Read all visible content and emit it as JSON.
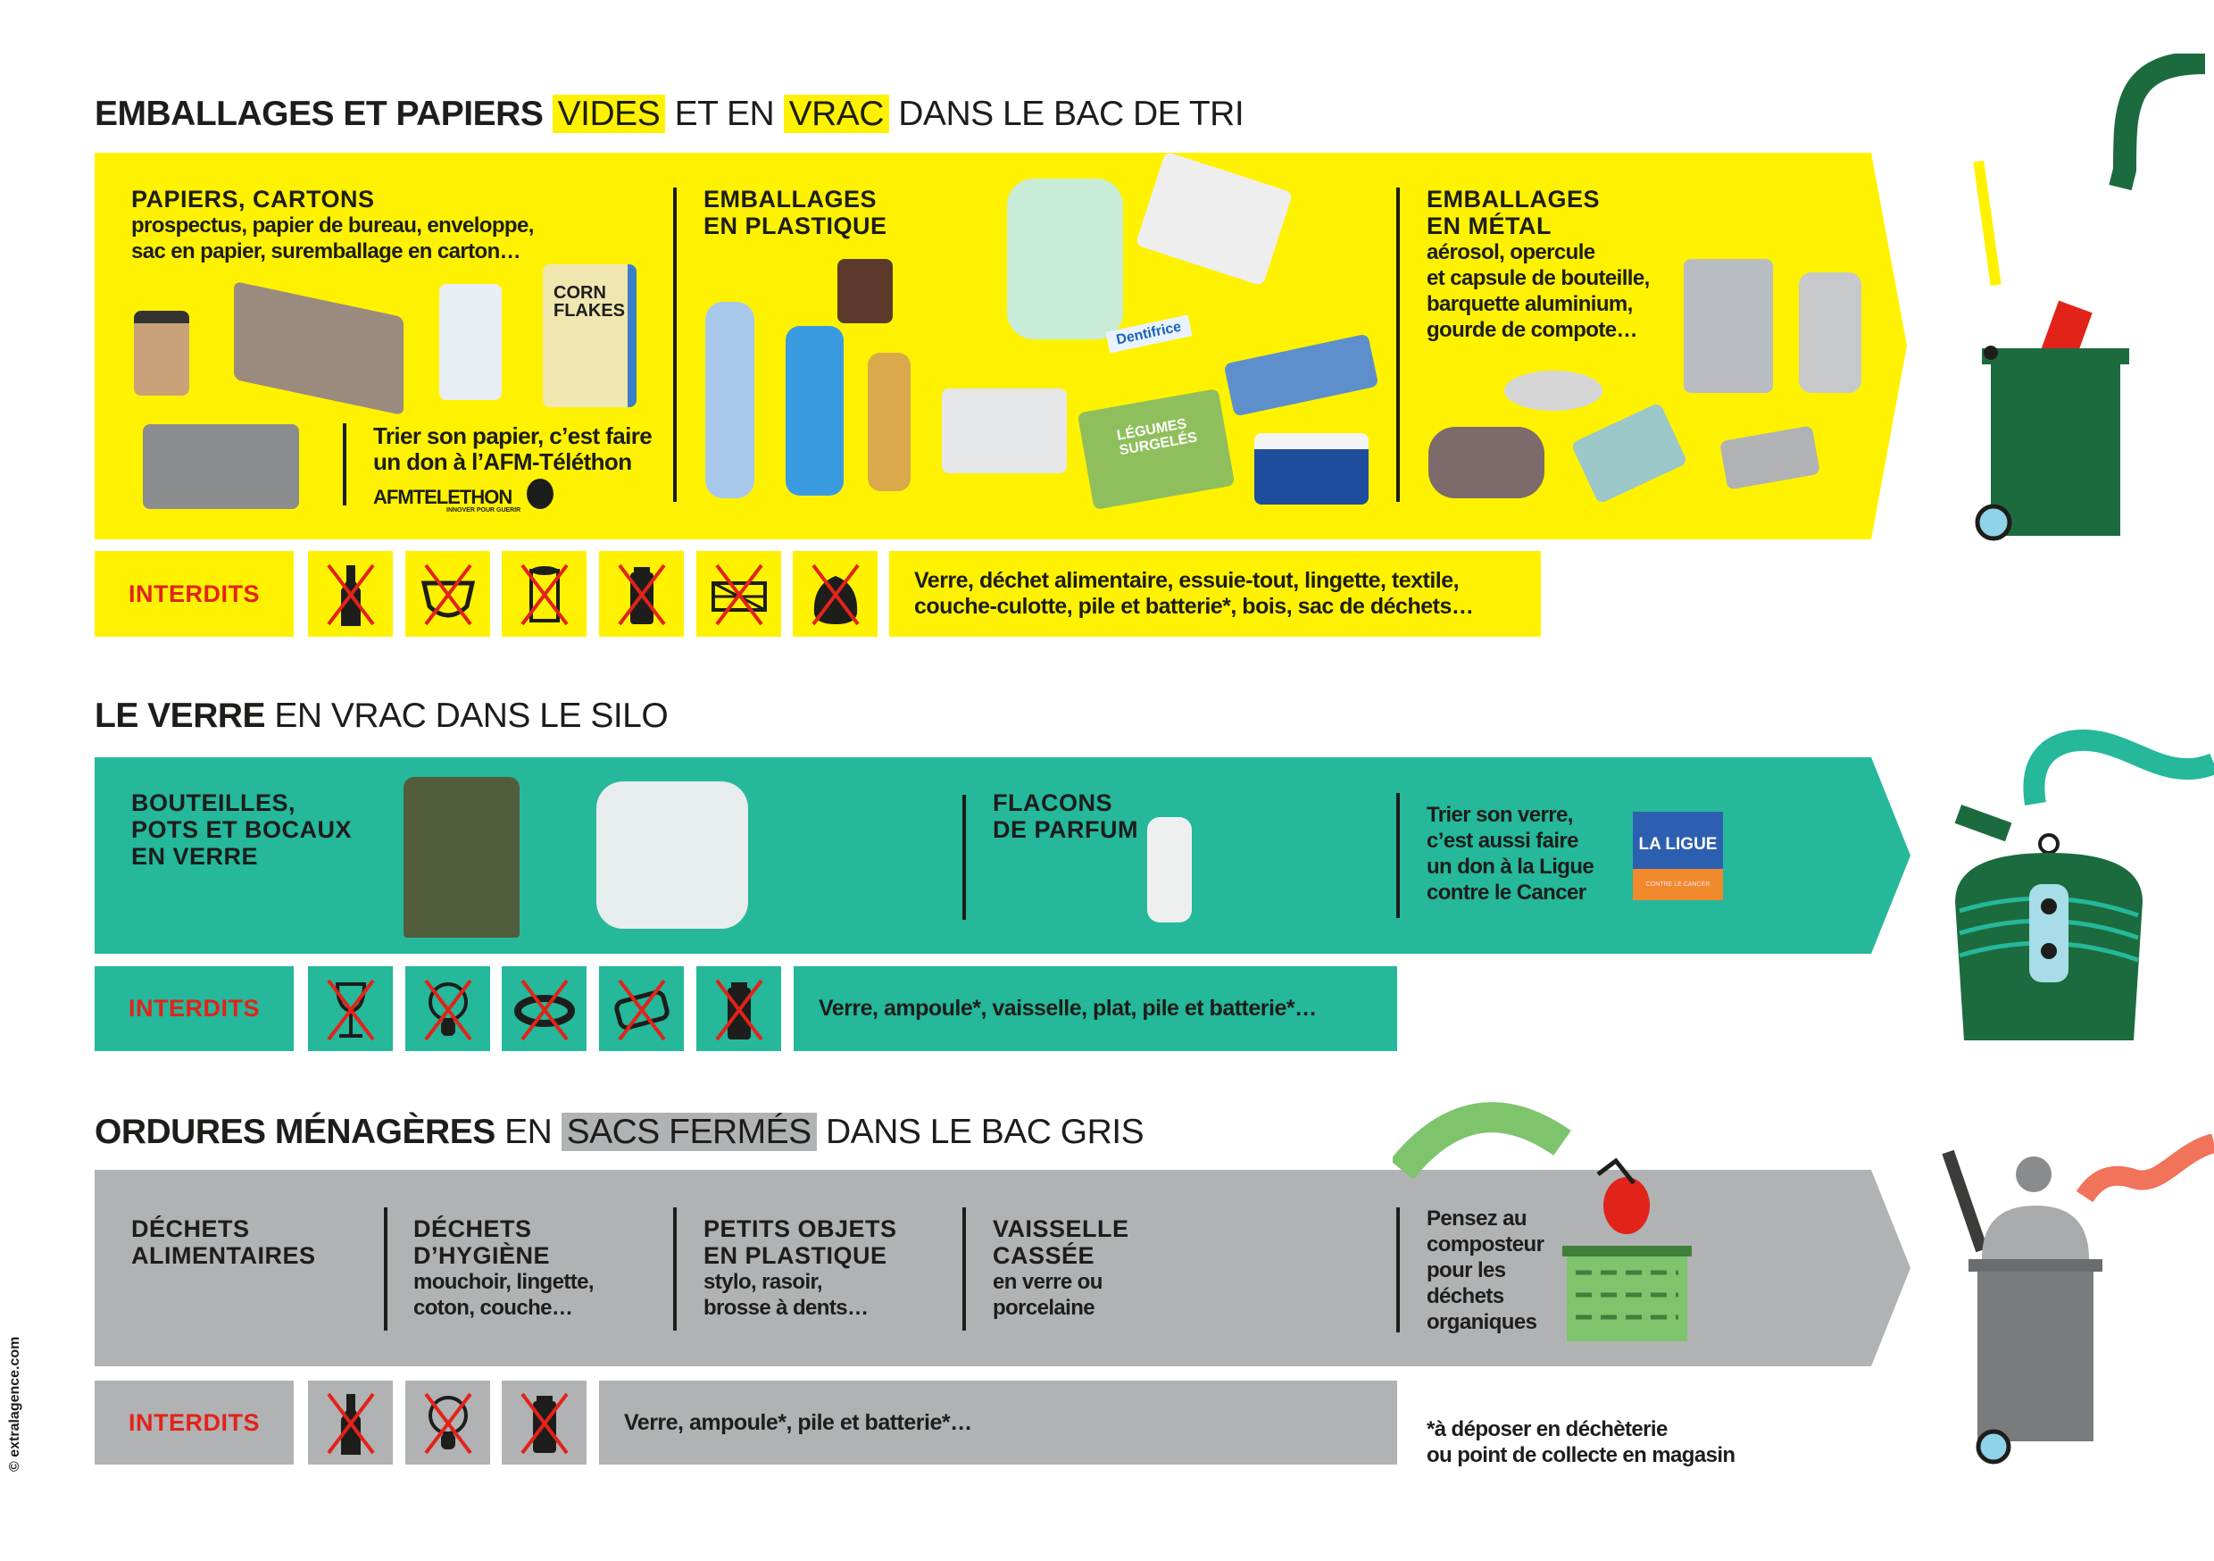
{
  "colors": {
    "yellow": "#fff200",
    "teal": "#25b89a",
    "grey": "#b1b2b4",
    "red": "#e2231a",
    "dark_green": "#1c6b3e"
  },
  "s1": {
    "title_bold": "EMBALLAGES ET PAPIERS",
    "hl1": "VIDES",
    "mid": "ET EN",
    "hl2": "VRAC",
    "tail": "DANS LE BAC DE TRI",
    "c1_head": "PAPIERS, CARTONS",
    "c1_body": "prospectus, papier de bureau, enveloppe,\nsac en papier, suremballage en carton…",
    "corn": "CORN\nFLAKES",
    "afm_text": "Trier son papier, c’est faire\nun don à l’AFM-Téléthon",
    "afm_logo": "AFMTELETHON",
    "afm_tag": "INNOVER POUR GUERIR",
    "c2_head": "EMBALLAGES\nEN PLASTIQUE",
    "dentifrice": "Dentifrice",
    "legumes": "LÉGUMES\nSURGELÉS",
    "c3_head": "EMBALLAGES\nEN MÉTAL",
    "c3_body": "aérosol, opercule\net capsule de bouteille,\nbarquette aluminium,\ngourde de compote…",
    "interdits": "INTERDITS",
    "icons": [
      "bottle-icon",
      "diaper-icon",
      "paper-towel-icon",
      "battery-icon",
      "wood-crate-icon",
      "trash-bag-icon"
    ],
    "forbidden": "Verre, déchet alimentaire, essuie-tout, lingette, textile,\ncouche-culotte, pile et batterie*, bois, sac de déchets…"
  },
  "s2": {
    "title_bold": "LE VERRE",
    "tail": "EN VRAC DANS LE SILO",
    "c1_head": "BOUTEILLES,\nPOTS ET BOCAUX\nEN VERRE",
    "c2_head": "FLACONS\nDE PARFUM",
    "ligue_text": "Trier son verre,\nc’est aussi faire\nun don à la Ligue\ncontre le Cancer",
    "ligue_logo": "LA LIGUE",
    "ligue_sub": "CONTRE LE CANCER",
    "interdits": "INTERDITS",
    "icons": [
      "wine-glass-icon",
      "light-bulb-icon",
      "plate-icon",
      "dish-icon",
      "battery-icon"
    ],
    "forbidden": "Verre, ampoule*, vaisselle, plat, pile et batterie*…"
  },
  "s3": {
    "title_bold": "ORDURES MÉNAGÈRES",
    "mid": "EN",
    "hl": "SACS FERMÉS",
    "tail": "DANS LE BAC GRIS",
    "c1_head": "DÉCHETS\nALIMENTAIRES",
    "c2_head": "DÉCHETS\nD’HYGIÈNE",
    "c2_body": "mouchoir, lingette,\ncoton, couche…",
    "c3_head": "PETITS OBJETS\nEN PLASTIQUE",
    "c3_body": "stylo, rasoir,\nbrosse à dents…",
    "c4_head": "VAISSELLE\nCASSÉE",
    "c4_body": "en verre ou\nporcelaine",
    "compost": "Pensez au\ncomposteur\npour les\ndéchets\norganiques",
    "interdits": "INTERDITS",
    "icons": [
      "bottle-icon",
      "light-bulb-icon",
      "battery-icon"
    ],
    "forbidden": "Verre, ampoule*, pile et batterie*…",
    "footnote": "*à déposer en déchèterie\nou point de collecte en magasin"
  },
  "credit": "© extralagence.com"
}
